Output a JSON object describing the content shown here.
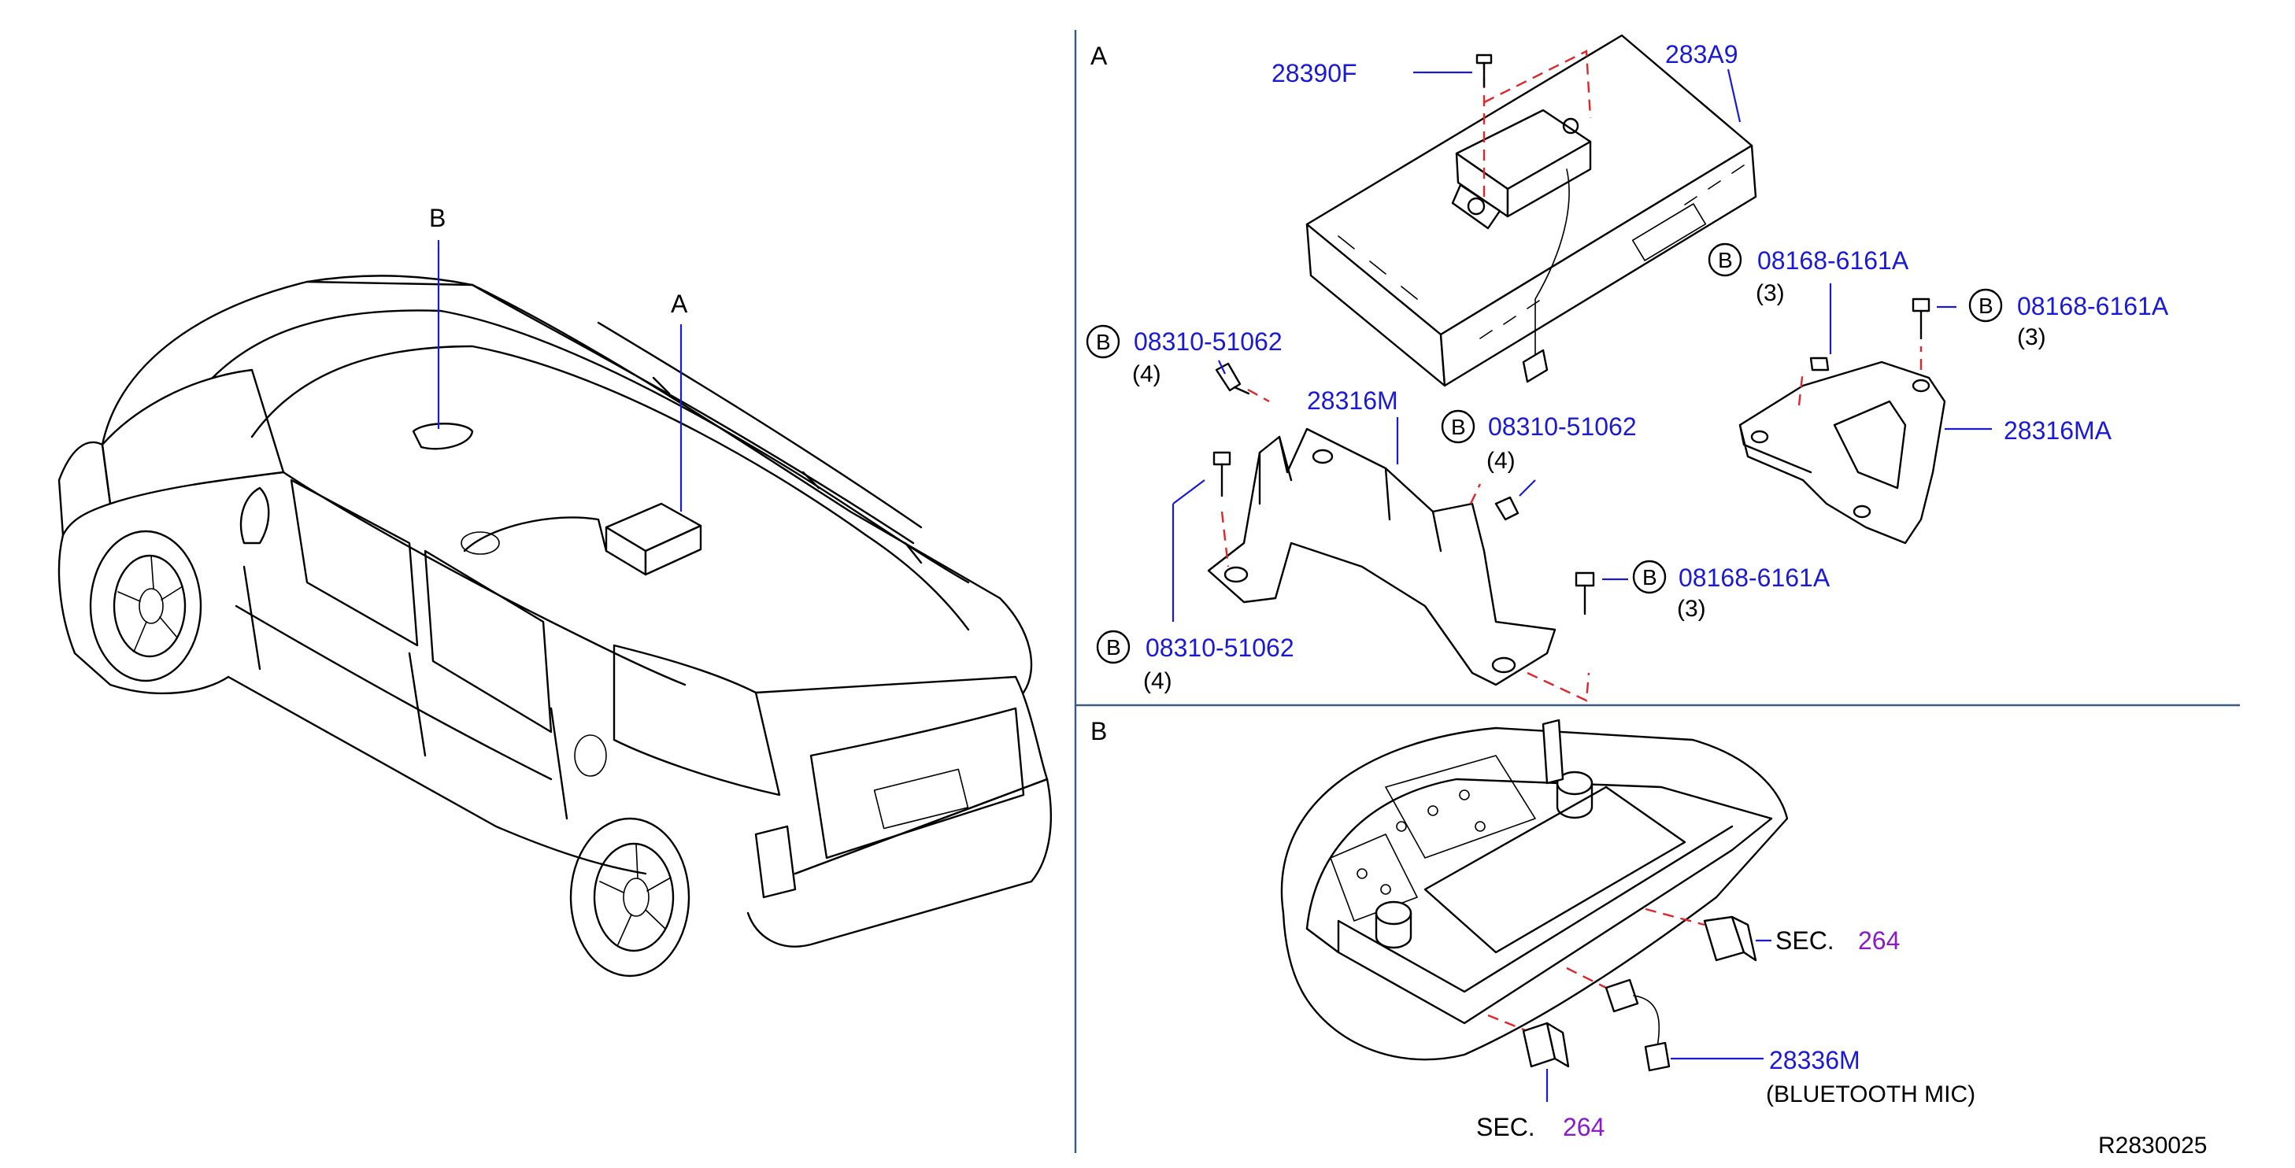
{
  "diagram_code": "R2830025",
  "view_labels": {
    "a": "A",
    "b": "B"
  },
  "vehicle_labels": {
    "a": "A",
    "b": "B"
  },
  "circle_letter": "B",
  "parts": {
    "p28390F": "28390F",
    "p283A9": "283A9",
    "p28316M": "28316M",
    "p28316MA": "28316MA",
    "p28336M": "28336M",
    "bluetooth_mic": "(BLUETOOTH  MIC)"
  },
  "fasteners": [
    {
      "code": "08310-51062",
      "qty": "(4)"
    },
    {
      "code": "08310-51062",
      "qty": "(4)"
    },
    {
      "code": "08168-6161A",
      "qty": "(3)"
    },
    {
      "code": "08168-6161A",
      "qty": "(3)"
    },
    {
      "code": "08310-51062",
      "qty": "(4)"
    },
    {
      "code": "08168-6161A",
      "qty": "(3)"
    }
  ],
  "sections": [
    {
      "label": "SEC.",
      "number": "264"
    },
    {
      "label": "SEC.",
      "number": "264"
    }
  ],
  "colors": {
    "part_number": "#1a1ad6",
    "section_number": "#8a1acb",
    "guide_line": "#e0262b",
    "frame": "#3a5a86"
  }
}
